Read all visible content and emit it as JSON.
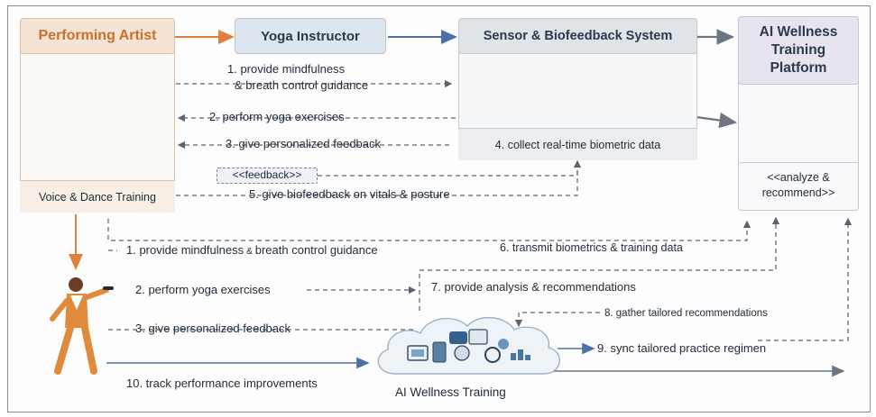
{
  "actors": {
    "performing_artist": "Performing Artist",
    "yoga_instructor": "Yoga Instructor",
    "sensor_system": "Sensor & Biofeedback System",
    "ai_platform": "AI Wellness Training Platform"
  },
  "boxes": {
    "voice_dance": "Voice & Dance Training",
    "collect": "4. collect real-time biometric data",
    "analyze_line1": "<<analyze &",
    "analyze_line2": "recommend>>",
    "feedback_tag": "<<feedback>>",
    "cloud_label": "AI Wellness Training"
  },
  "messages_top": {
    "m1_line1": "1. provide mindfulness",
    "m1_line2": "& breath control guidance",
    "m2": "2. perform yoga exercises",
    "m3": "3. give personalized feedback",
    "m5": "5. give biofeedback on vitals & posture"
  },
  "messages_bottom": {
    "m1": "1. provide mindfulness",
    "m1_amp": "&",
    "m1_tail": "breath control guidance",
    "m2": "2. perform yoga exercises",
    "m3": "3. give personalized feedback",
    "m6": "6. transmit biometrics & training data",
    "m7": "7. provide analysis & recommendations",
    "m8": "8. gather tailored recommendations",
    "m9": "9. sync tailored practice regimen",
    "m10": "10. track performance improvements"
  },
  "colors": {
    "artist_header": "#f5e3d3",
    "artist_text": "#c9702a",
    "instructor_header": "#dde6ee",
    "sensor_header": "#dfe4e9",
    "platform_header": "#e7e4ef",
    "orange_arrow": "#e0803a",
    "blue_arrow": "#4a72a8",
    "gray_arrow": "#6d7680"
  }
}
